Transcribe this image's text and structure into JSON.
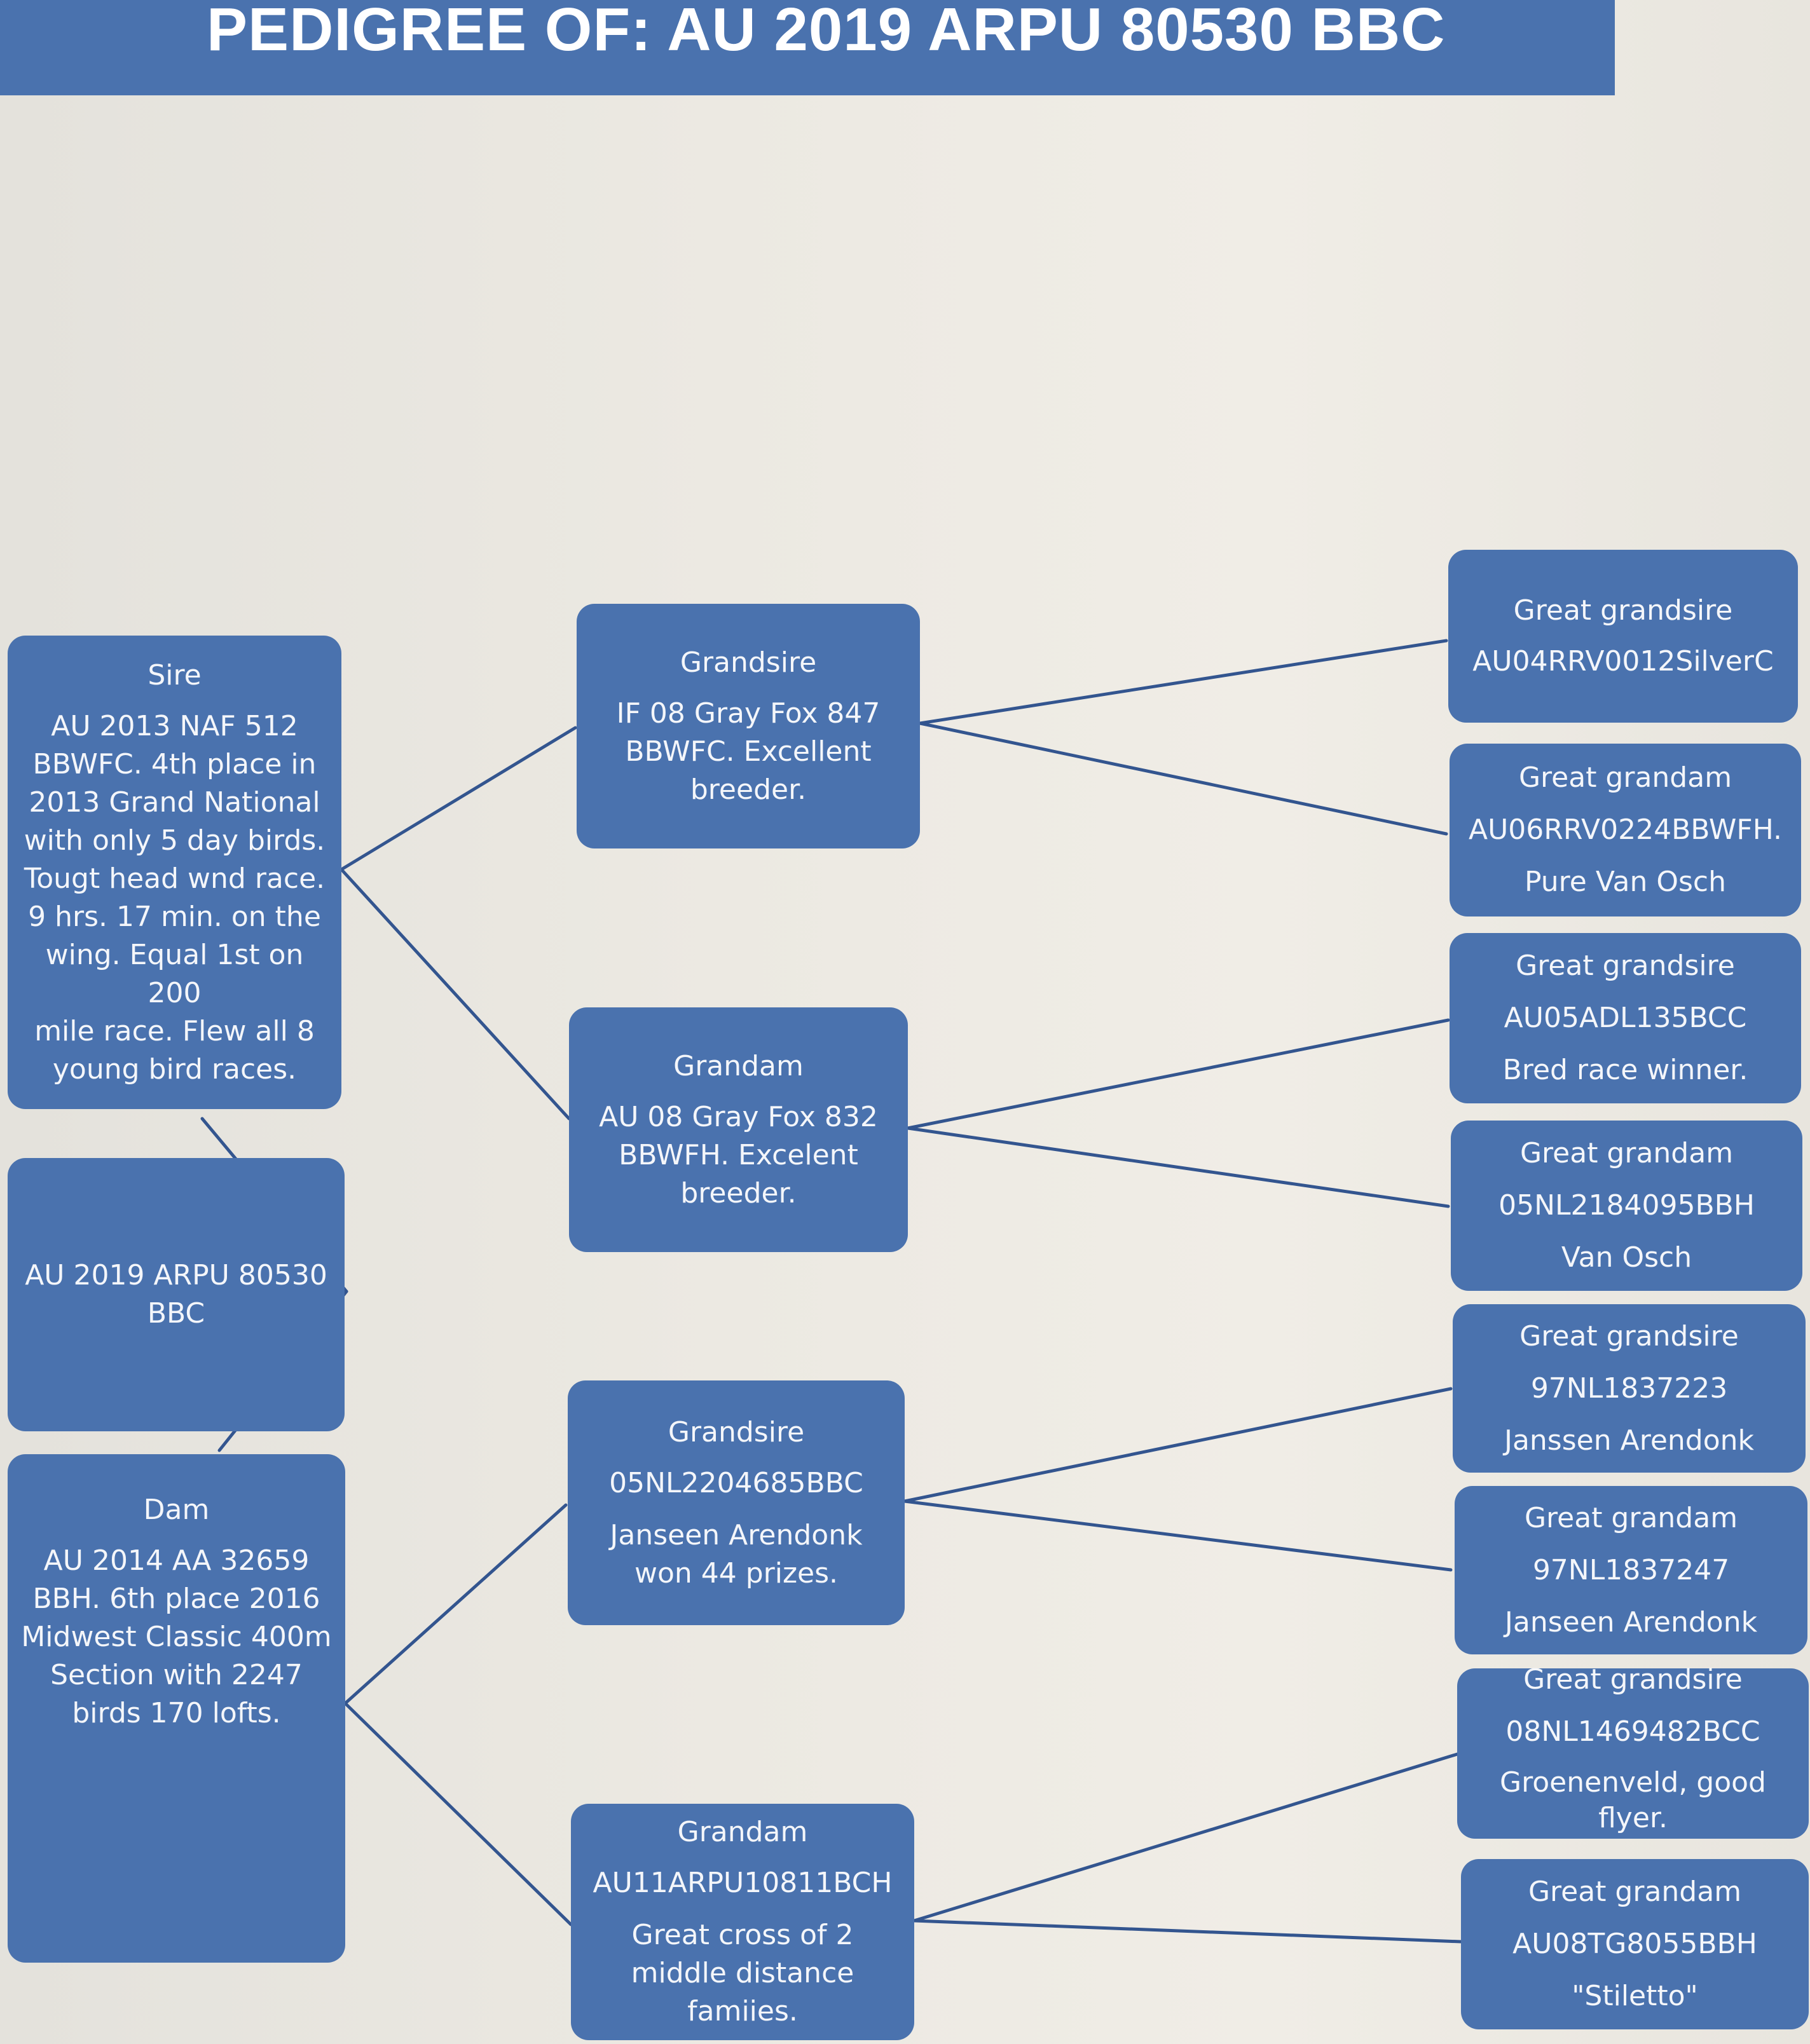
{
  "title": "PEDIGREE OF: AU 2019 ARPU 80530 BBC",
  "subject": {
    "role": "",
    "lines": [
      "AU 2019 ARPU 80530",
      "BBC"
    ]
  },
  "sire": {
    "role": "Sire",
    "lines": [
      "AU 2013 NAF 512",
      "BBWFC. 4th place in",
      "2013 Grand National",
      "with only 5 day birds.",
      "Tougt head wnd race.",
      "9 hrs. 17 min. on the",
      "wing. Equal 1st on 200",
      "mile race. Flew all 8",
      "young bird races."
    ]
  },
  "dam": {
    "role": "Dam",
    "lines": [
      "AU 2014 AA 32659",
      "BBH. 6th place 2016",
      "Midwest Classic 400m",
      "Section with 2247",
      "birds 170 lofts."
    ]
  },
  "grandparents": [
    {
      "role": "Grandsire",
      "id": "IF 08 Gray Fox 847",
      "note": "BBWFC. Excellent breeder."
    },
    {
      "role": "Grandam",
      "id": "AU 08 Gray Fox 832",
      "note": "BBWFH. Excelent breeder."
    },
    {
      "role": "Grandsire",
      "id": "05NL2204685BBC",
      "note": "Janseen Arendonk won 44 prizes."
    },
    {
      "role": "Grandam",
      "id": "AU11ARPU10811BCH",
      "note": "Great cross of 2 middle distance famiies."
    }
  ],
  "great_grandparents": [
    {
      "role": "Great grandsire",
      "id": "AU04RRV0012SilverC",
      "note": ""
    },
    {
      "role": "Great grandam",
      "id": "AU06RRV0224BBWFH.",
      "note": "Pure Van Osch"
    },
    {
      "role": "Great grandsire",
      "id": "AU05ADL135BCC",
      "note": "Bred race winner."
    },
    {
      "role": "Great grandam",
      "id": "05NL2184095BBH",
      "note": "Van Osch"
    },
    {
      "role": "Great grandsire",
      "id": "97NL1837223",
      "note": "Janssen Arendonk"
    },
    {
      "role": "Great grandam",
      "id": "97NL1837247",
      "note": "Janseen Arendonk"
    },
    {
      "role": "Great grandsire",
      "id": "08NL1469482BCC",
      "note": "Groenenveld, good flyer."
    },
    {
      "role": "Great grandam",
      "id": "AU08TG8055BBH",
      "note": "\"Stiletto\""
    }
  ],
  "colors": {
    "box": "#4a72ae",
    "line": "#33558f",
    "text": "#f4f6fa",
    "paper": "#ebe8e1"
  }
}
